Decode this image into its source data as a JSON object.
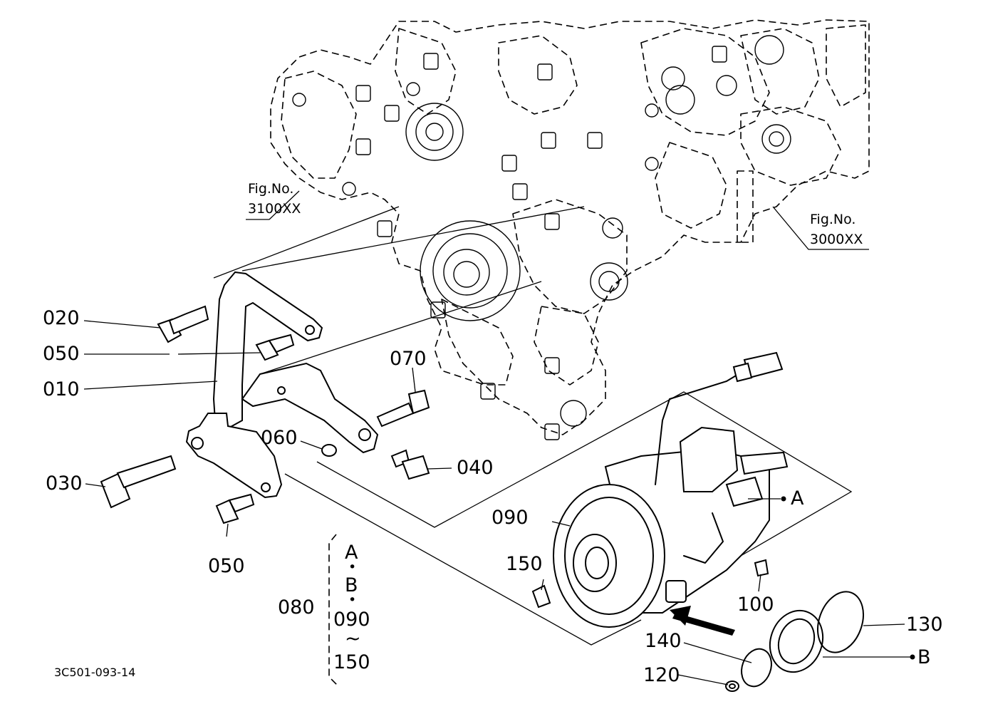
{
  "figure_refs": [
    {
      "id": "fig-3100",
      "line1": "Fig.No.",
      "line2": "3100XX"
    },
    {
      "id": "fig-3000",
      "line1": "Fig.No.",
      "line2": "3000XX"
    }
  ],
  "parts": {
    "p020": "020",
    "p050a": "050",
    "p010": "010",
    "p070": "070",
    "p060": "060",
    "p040": "040",
    "p030": "030",
    "p050b": "050",
    "p090": "090",
    "p150": "150",
    "p100": "100",
    "p140": "140",
    "p130": "130",
    "p120": "120"
  },
  "markers": {
    "a": "A",
    "b": "B"
  },
  "kit": {
    "number": "080",
    "lines": [
      "A",
      "•",
      "B",
      "•",
      "090",
      "~",
      "150"
    ]
  },
  "drawing_code": "3C501-093-14"
}
